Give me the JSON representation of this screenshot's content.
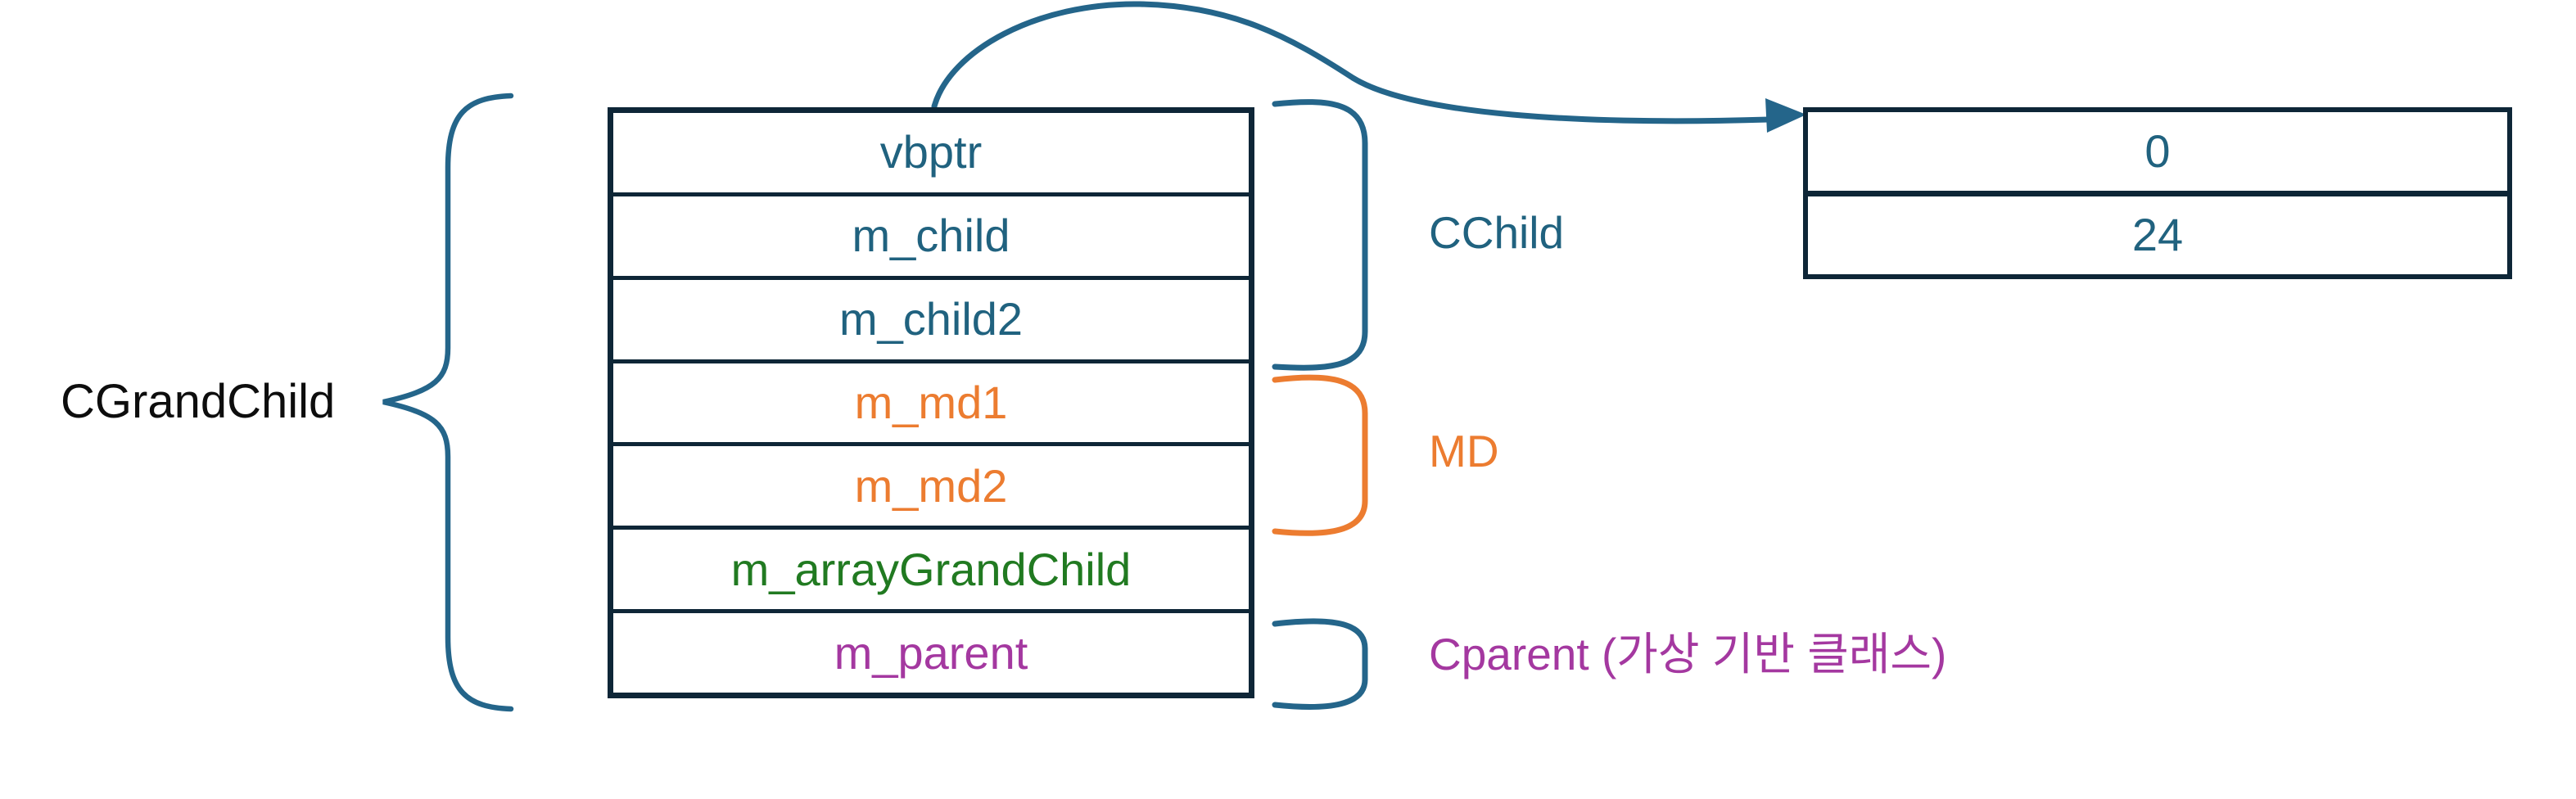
{
  "colors": {
    "navy_border": "#0E2637",
    "teal_shape": "#24658A",
    "teal_text": "#20627F",
    "orange": "#EC7C30",
    "green": "#217A21",
    "purple": "#A438A0",
    "black_label": "#0d0d0d"
  },
  "annotations": {
    "class_label": "CGrandChild",
    "groups": [
      {
        "label": "CChild",
        "color": "#20627F"
      },
      {
        "label": "MD",
        "color": "#EC7C30"
      },
      {
        "label": "Cparent (가상 기반 클래스)",
        "color": "#A438A0"
      }
    ]
  },
  "memory_table": {
    "rows": [
      {
        "label": "vbptr",
        "color": "#20627F"
      },
      {
        "label": "m_child",
        "color": "#20627F"
      },
      {
        "label": "m_child2",
        "color": "#20627F"
      },
      {
        "label": "m_md1",
        "color": "#EC7C30"
      },
      {
        "label": "m_md2",
        "color": "#EC7C30"
      },
      {
        "label": "m_arrayGrandChild",
        "color": "#217A21"
      },
      {
        "label": "m_parent",
        "color": "#A438A0"
      }
    ]
  },
  "vbtable": {
    "rows": [
      {
        "value": "0"
      },
      {
        "value": "24"
      }
    ]
  }
}
